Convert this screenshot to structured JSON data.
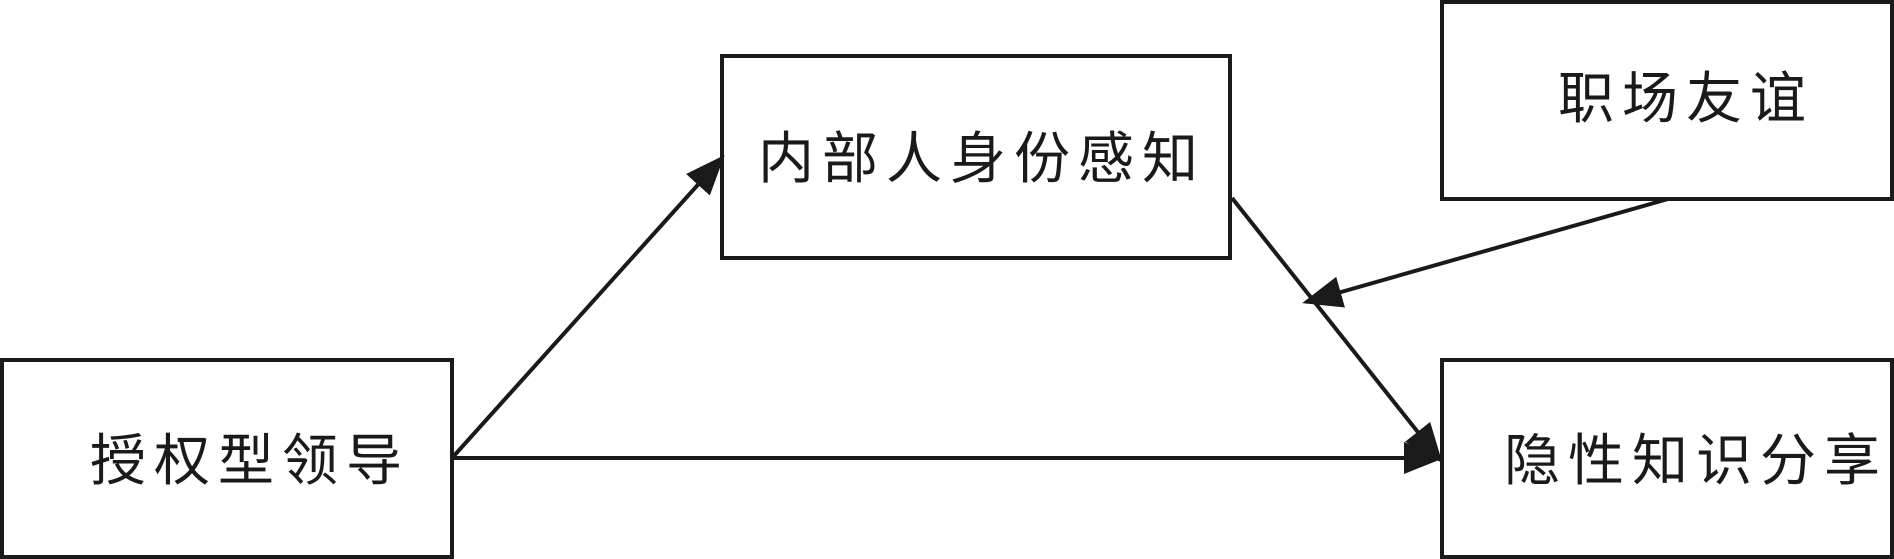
{
  "nodes": {
    "empowering_leadership": "授权型领导",
    "insider_identity": "内部人身份感知",
    "workplace_friendship": "职场友谊",
    "tacit_knowledge_sharing": "隐性知识分享"
  },
  "colors": {
    "stroke": "#1a1a1a",
    "background": "#ffffff"
  }
}
